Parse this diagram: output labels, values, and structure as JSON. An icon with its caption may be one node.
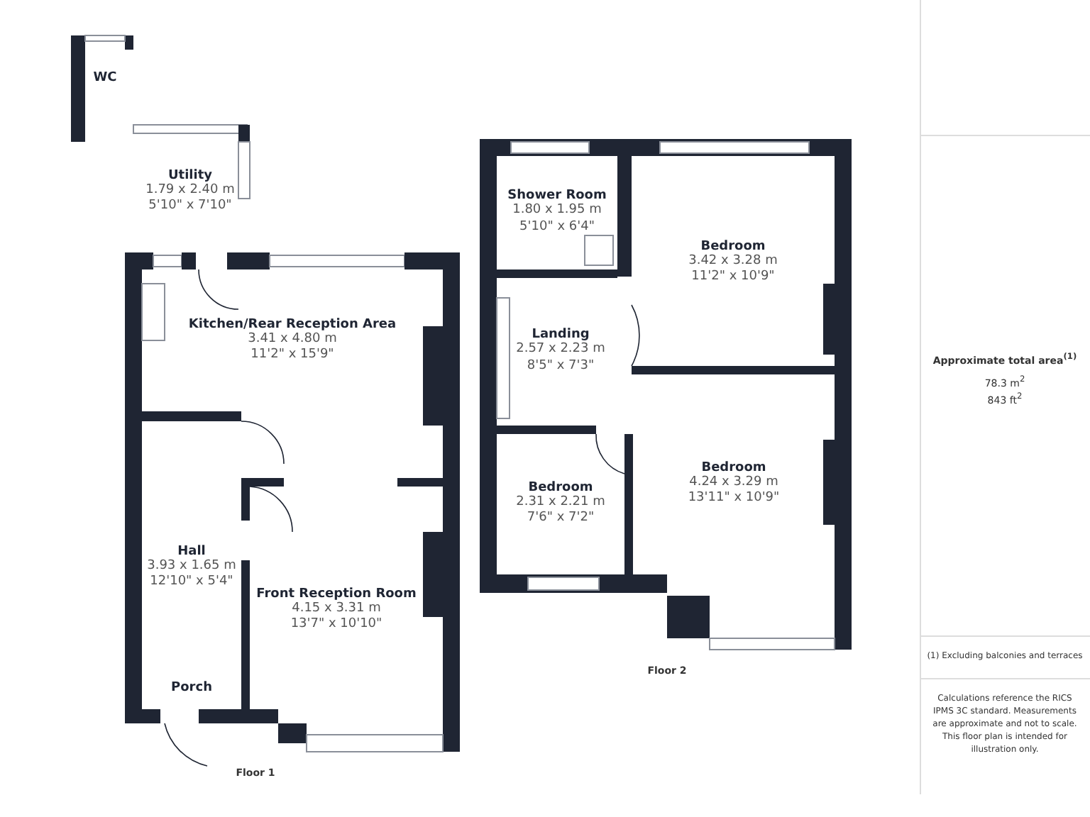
{
  "diagram": {
    "nodes": [
      {
        "text": [
          "WC"
        ]
      },
      {
        "text": [
          "Utility",
          "1.79 x 2.40 m",
          "5'10\" x 7'10\""
        ]
      },
      {
        "text": [
          "Kitchen/Rear Reception Area",
          "3.41 x 4.80 m",
          "11'2\" x 15'9\""
        ]
      },
      {
        "text": [
          "Hall",
          "3.93 x 1.65 m",
          "12'10\" x 5'4\""
        ]
      },
      {
        "text": [
          "Front Reception Room",
          "4.15 x 3.31 m",
          "13'7\" x 10'10\""
        ]
      },
      {
        "text": [
          "Porch"
        ]
      },
      {
        "text": [
          "Shower Room",
          "1.80 x 1.95 m",
          "5'10\" x 6'4\""
        ]
      },
      {
        "text": [
          "Bedroom",
          "3.42 x 3.28 m",
          "11'2\" x 10'9\""
        ]
      },
      {
        "text": [
          "Landing",
          "2.57 x 2.23 m",
          "8'5\" x 7'3\""
        ]
      },
      {
        "text": [
          "Bedroom",
          "2.31 x 2.21 m",
          "7'6\" x 7'2\""
        ]
      },
      {
        "text": [
          "Bedroom",
          "4.24 x 3.29 m",
          "13'11\" x 10'9\""
        ]
      }
    ],
    "labels": [
      "Approximate total area$^{(1)}$",
      "78.3 m$^{2}$",
      "843 ft$^{2}$",
      "Floor 1",
      "Floor 2",
      "(1) Excluding balconies and terraces",
      "Calculations reference the RICS IPMS 3C standard. Measurements are approximate and not to scale. This floor plan is intended for illustration only."
    ]
  }
}
